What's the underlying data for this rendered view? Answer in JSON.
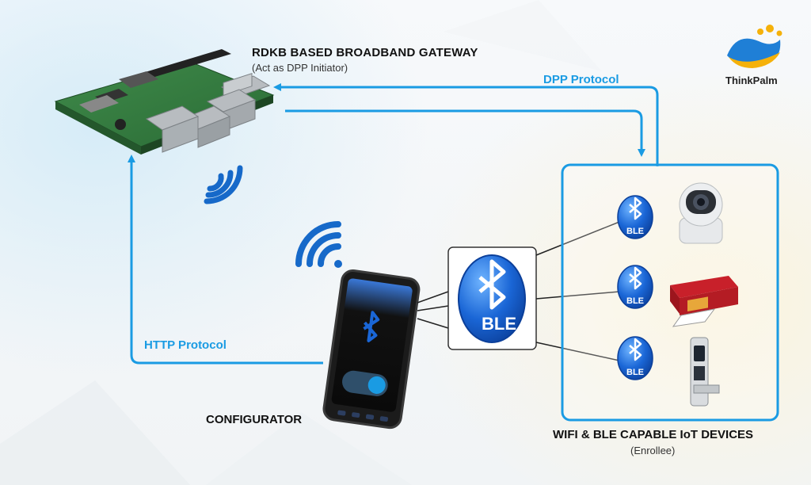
{
  "gateway": {
    "title": "RDKB BASED BROADBAND GATEWAY",
    "subtitle": "(Act as DPP Initiator)"
  },
  "protocols": {
    "dpp": "DPP Protocol",
    "http": "HTTP Protocol"
  },
  "configurator": {
    "label": "CONFIGURATOR"
  },
  "iot": {
    "title": "WIFI & BLE CAPABLE IoT DEVICES",
    "subtitle": "(Enrollee)",
    "devices": [
      {
        "badge": "BLE",
        "icon": "security-camera-icon"
      },
      {
        "badge": "BLE",
        "icon": "printer-icon"
      },
      {
        "badge": "BLE",
        "icon": "smart-lock-icon"
      }
    ]
  },
  "ble_hub": {
    "label": "BLE"
  },
  "brand": {
    "name": "ThinkPalm"
  },
  "colors": {
    "accent": "#1a9be3",
    "ble_blue": "#1669c9"
  }
}
